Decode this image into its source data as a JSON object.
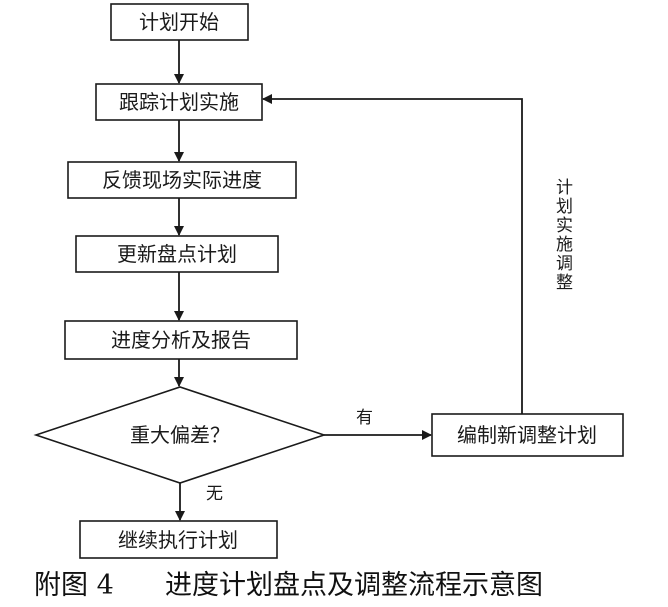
{
  "nodes": {
    "start": "计划开始",
    "track": "跟踪计划实施",
    "feedback": "反馈现场实际进度",
    "update": "更新盘点计划",
    "analysis": "进度分析及报告",
    "decision": "重大偏差？",
    "revise": "编制新调整计划",
    "continue": "继续执行计划"
  },
  "edges": {
    "yes_label": "有",
    "no_label": "无",
    "loop_label": "计划实施调整"
  },
  "caption": {
    "figure": "附图 4",
    "title": "进度计划盘点及调整流程示意图"
  },
  "colors": {
    "line": "#1a1a1a",
    "box_fill": "#ffffff",
    "text": "#1a1a1a"
  }
}
